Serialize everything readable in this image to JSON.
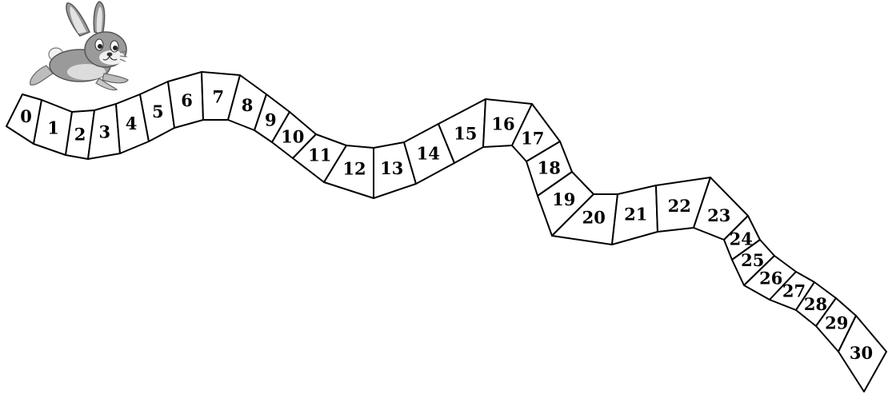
{
  "board": {
    "type": "number-track",
    "start": 0,
    "end": 30,
    "cell_labels": [
      "0",
      "1",
      "2",
      "3",
      "4",
      "5",
      "6",
      "7",
      "8",
      "9",
      "10",
      "11",
      "12",
      "13",
      "14",
      "15",
      "16",
      "17",
      "18",
      "19",
      "20",
      "21",
      "22",
      "23",
      "24",
      "25",
      "26",
      "27",
      "28",
      "29",
      "30"
    ]
  },
  "character": {
    "name": "bunny",
    "icon": "rabbit-icon",
    "colors": {
      "fur": "#9a9a9a",
      "light": "#e6e6e6",
      "dark": "#444444"
    }
  },
  "colors": {
    "background": "#ffffff",
    "stroke": "#000000",
    "cell_fill": "#ffffff",
    "text": "#000000"
  }
}
